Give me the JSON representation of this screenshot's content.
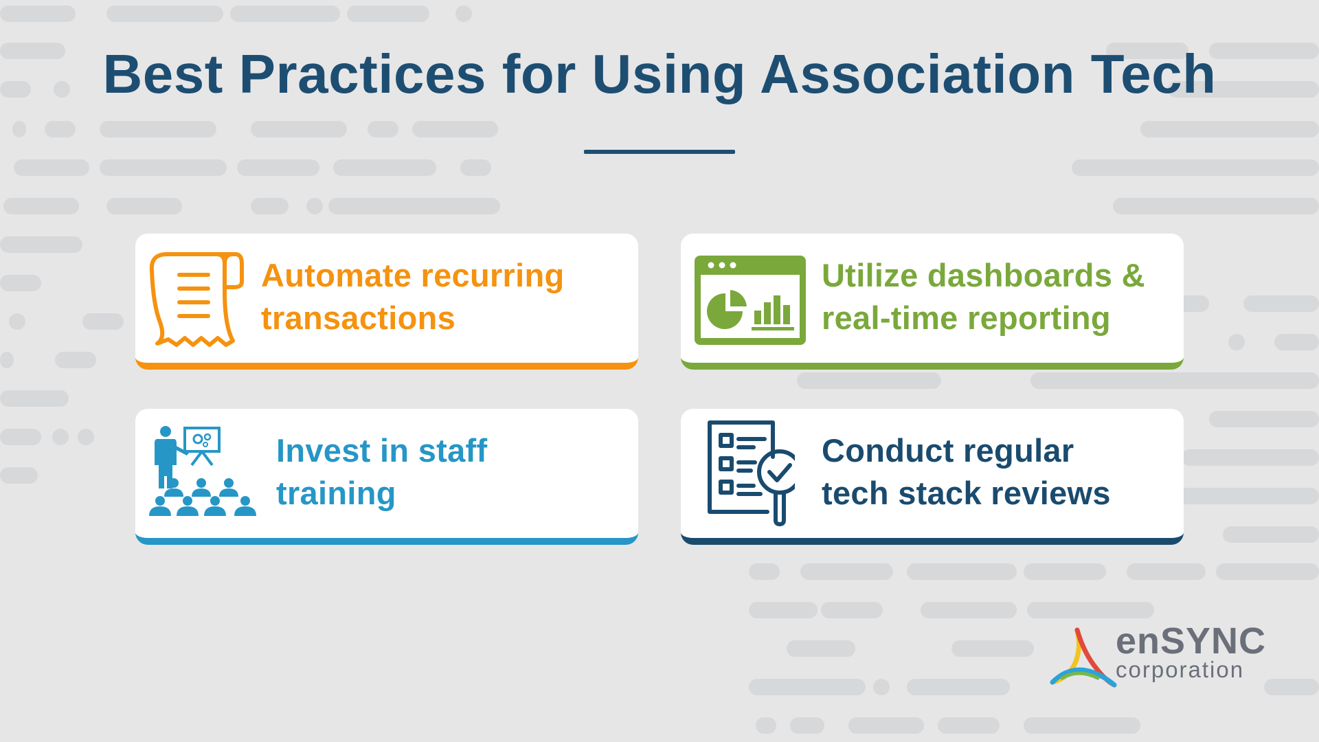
{
  "title": "Best Practices for Using Association Tech",
  "colors": {
    "background": "#e6e6e7",
    "title": "#1d4e72",
    "orange": "#f5920f",
    "green": "#7aa83b",
    "blue": "#2696c7",
    "navy": "#1a4b6f"
  },
  "cards": [
    {
      "icon": "receipt-icon",
      "line1": "Automate recurring",
      "line2": "transactions"
    },
    {
      "icon": "dashboard-icon",
      "line1": "Utilize dashboards &",
      "line2": "real-time reporting"
    },
    {
      "icon": "training-icon",
      "line1": "Invest in staff",
      "line2": "training"
    },
    {
      "icon": "checklist-review-icon",
      "line1": "Conduct regular",
      "line2": "tech stack reviews"
    }
  ],
  "logo": {
    "name": "enSYNC",
    "subtitle": "corporation"
  }
}
